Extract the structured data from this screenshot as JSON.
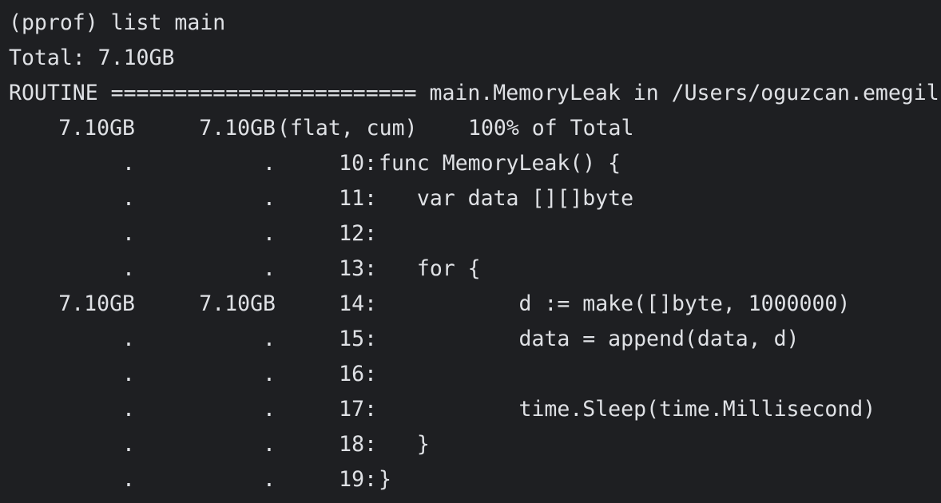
{
  "terminal": {
    "prompt": "(pprof) list main",
    "total": "Total: 7.10GB",
    "routine": "ROUTINE ======================== main.MemoryLeak in /Users/oguzcan.emegil",
    "header": {
      "flat": "7.10GB",
      "cum": "7.10GB",
      "label": "(flat, cum)",
      "percent": "100% of Total"
    },
    "rows": [
      {
        "flat": ".",
        "cum": ".",
        "line": "10:",
        "code": "func MemoryLeak() {"
      },
      {
        "flat": ".",
        "cum": ".",
        "line": "11:",
        "code": "   var data [][]byte"
      },
      {
        "flat": ".",
        "cum": ".",
        "line": "12:",
        "code": ""
      },
      {
        "flat": ".",
        "cum": ".",
        "line": "13:",
        "code": "   for {"
      },
      {
        "flat": "7.10GB",
        "cum": "7.10GB",
        "line": "14:",
        "code": "           d := make([]byte, 1000000)"
      },
      {
        "flat": ".",
        "cum": ".",
        "line": "15:",
        "code": "           data = append(data, d)"
      },
      {
        "flat": ".",
        "cum": ".",
        "line": "16:",
        "code": ""
      },
      {
        "flat": ".",
        "cum": ".",
        "line": "17:",
        "code": "           time.Sleep(time.Millisecond)"
      },
      {
        "flat": ".",
        "cum": ".",
        "line": "18:",
        "code": "   }"
      },
      {
        "flat": ".",
        "cum": ".",
        "line": "19:",
        "code": "}"
      }
    ]
  }
}
